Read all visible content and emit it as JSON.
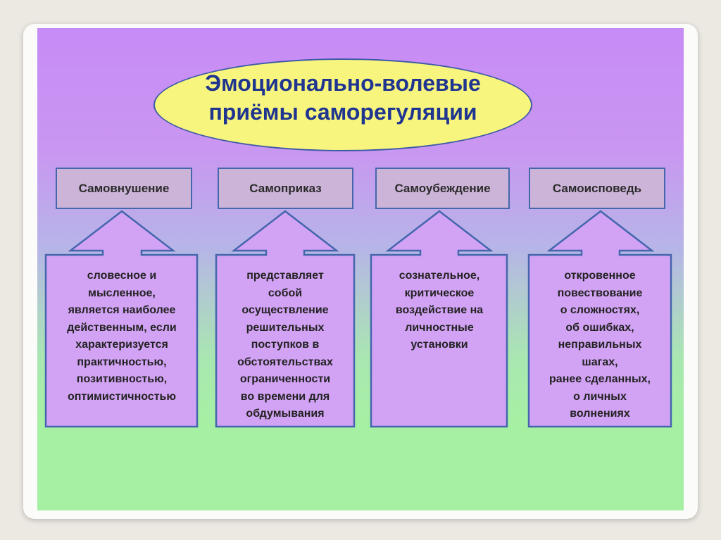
{
  "title_lines": [
    "Эмоционально-волевые",
    "приёмы саморегуляции"
  ],
  "colors": {
    "oval_fill": "#f7f57e",
    "title_text": "#1f3590",
    "outline": "#4566ad",
    "top_box_fill": "#ccb4d8",
    "arrow_fill": "#d2a3f4"
  },
  "columns": [
    {
      "label": "Самовнушение",
      "description": [
        "словесное и",
        "мысленное,",
        "является наиболее",
        "действенным, если",
        "характеризуется",
        "практичностью,",
        "позитивностью,",
        "оптимистичностью"
      ]
    },
    {
      "label": "Самоприказ",
      "description": [
        "представляет",
        "собой",
        "осуществление",
        "решительных",
        "поступков в",
        "обстоятельствах",
        "ограниченности",
        "во времени для",
        "обдумывания"
      ]
    },
    {
      "label": "Самоубеждение",
      "description": [
        "сознательное,",
        "критическое",
        "воздействие на",
        "личностные",
        "установки"
      ]
    },
    {
      "label": "Самоисповедь",
      "description": [
        "откровенное",
        "повествование",
        "о сложностях,",
        "об ошибках,",
        "неправильных",
        "шагах,",
        "ранее сделанных,",
        "о личных",
        "волнениях"
      ]
    }
  ]
}
